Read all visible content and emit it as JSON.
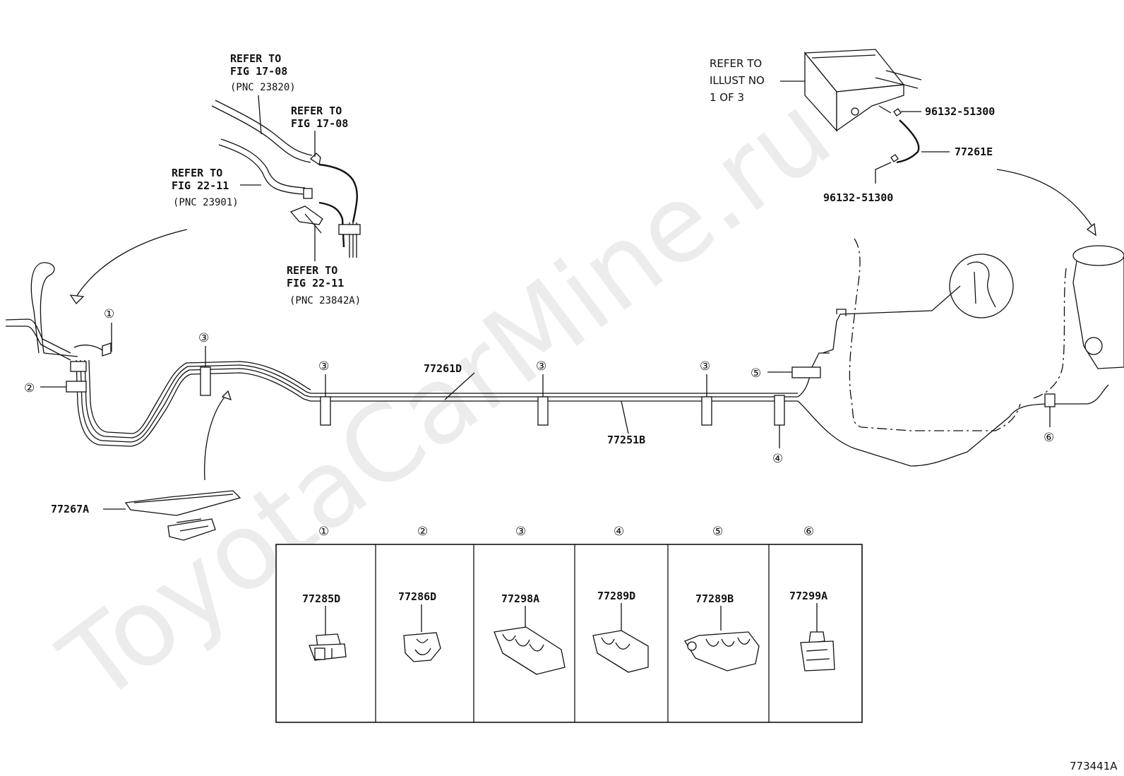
{
  "refs": {
    "fig17_08_a": {
      "line1": "REFER TO",
      "line2": "FIG 17-08",
      "line3": "(PNC 23820)"
    },
    "fig17_08_b": {
      "line1": "REFER TO",
      "line2": "FIG 17-08"
    },
    "fig22_11_a": {
      "line1": "REFER TO",
      "line2": "FIG 22-11",
      "line3": "(PNC 23901)"
    },
    "fig22_11_b": {
      "line1": "REFER TO",
      "line2": "FIG 22-11",
      "line3": "(PNC 23842A)"
    },
    "illust": {
      "line1": "REFER TO",
      "line2": "ILLUST NO",
      "line3": "1 OF 3"
    }
  },
  "parts": {
    "p96132_top": "96132-51300",
    "p96132_bottom": "96132-51300",
    "p77261E": "77261E",
    "p77261D": "77261D",
    "p77251B": "77251B",
    "p77267A": "77267A"
  },
  "callouts": {
    "c1": "①",
    "c2": "②",
    "c3": "③",
    "c4": "④",
    "c5": "⑤",
    "c6": "⑥"
  },
  "clip_table": [
    {
      "number": "①",
      "part": "77285D"
    },
    {
      "number": "②",
      "part": "77286D"
    },
    {
      "number": "③",
      "part": "77298A"
    },
    {
      "number": "④",
      "part": "77289D"
    },
    {
      "number": "⑤",
      "part": "77289B"
    },
    {
      "number": "⑥",
      "part": "77299A"
    }
  ],
  "illustration_id": "773441A",
  "watermark": "ToyotaCarMine.ru"
}
